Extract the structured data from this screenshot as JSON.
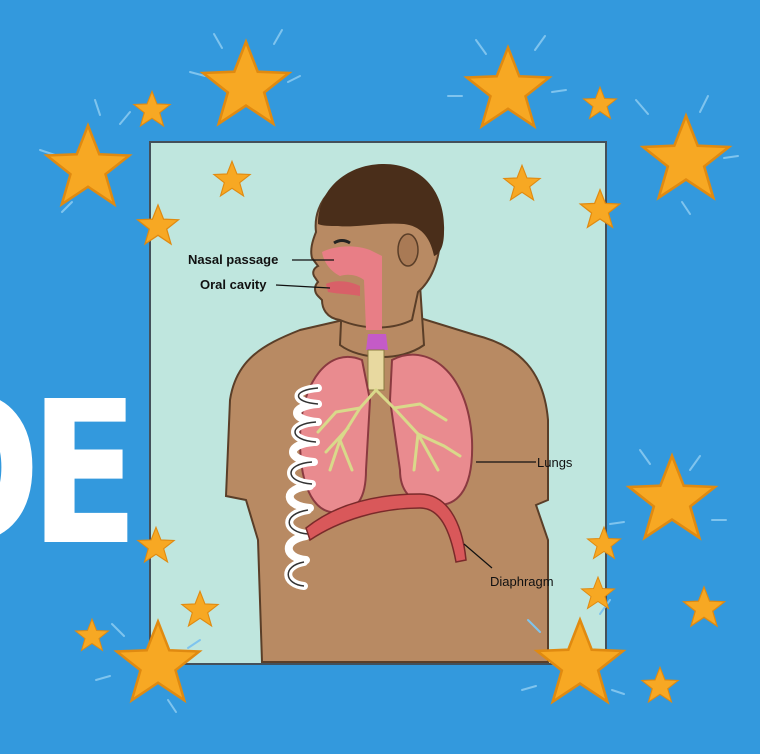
{
  "banner_fragment": "DE",
  "labels": {
    "nasal": "Nasal passage",
    "oral": "Oral cavity",
    "lungs": "Lungs",
    "diaphragm": "Diaphragm"
  },
  "colors": {
    "background": "#3399dd",
    "panel": "#bfe6de",
    "skin": "#b88a63",
    "hair": "#4a2e1a",
    "airway": "#e87e86",
    "lung": "#e98b8f",
    "bronchi": "#d9d98a",
    "diaphragm": "#d9585a",
    "ribs": "#ffffff",
    "star": "#f7a823"
  },
  "icons": [
    "star-icon",
    "sparkle-lines"
  ]
}
